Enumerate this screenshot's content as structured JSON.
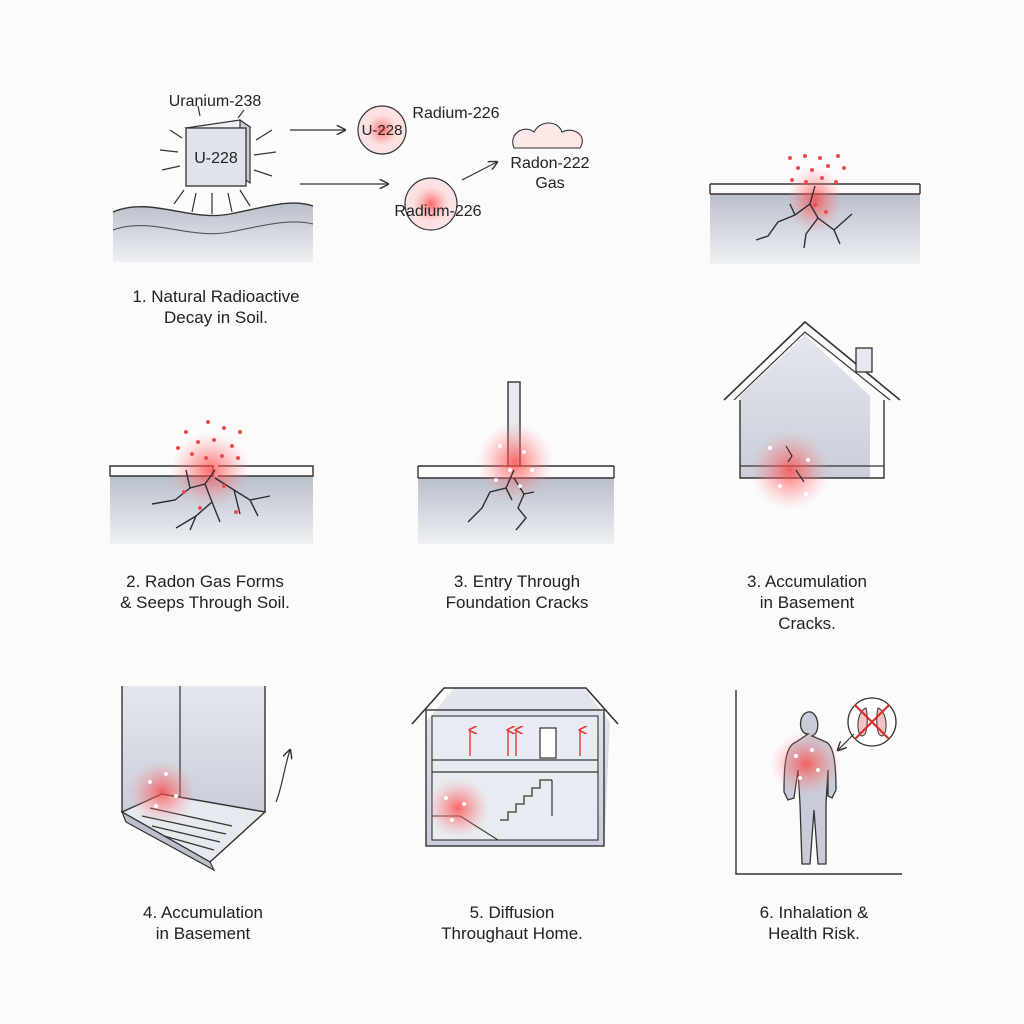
{
  "colors": {
    "background": "#fbfbfc",
    "structure_fill": "#d9dde6",
    "line": "#3a3f4a",
    "radon": "#ef4b4b"
  },
  "top_scene": {
    "uranium_label": "Uranium-238",
    "uranium_block_text": "U-228",
    "radium_top_text": "U-228",
    "radium_top_label": "Radium-226",
    "radium_bottom_label": "Radium-226",
    "radon_cloud_line1": "Radon-222",
    "radon_cloud_line2": "Gas"
  },
  "captions": {
    "c1": {
      "line1": "1. Natural Radioactive",
      "line2": "Decay in Soil."
    },
    "c2": {
      "line1": "2. Radon Gas Forms",
      "line2": "& Seeps Through Soil."
    },
    "c3": {
      "line1": "3. Entry Through",
      "line2": "Foundation Cracks"
    },
    "c4": {
      "line1": "3. Accumulation",
      "line2": "in Basement",
      "line3": "Cracks."
    },
    "c5": {
      "line1": "4. Accumulation",
      "line2": "in Basement"
    },
    "c6": {
      "line1": "5. Diffusion",
      "line2": "Throughaut Home."
    },
    "c7": {
      "line1": "6. Inhalation &",
      "line2": "Health Risk."
    }
  }
}
